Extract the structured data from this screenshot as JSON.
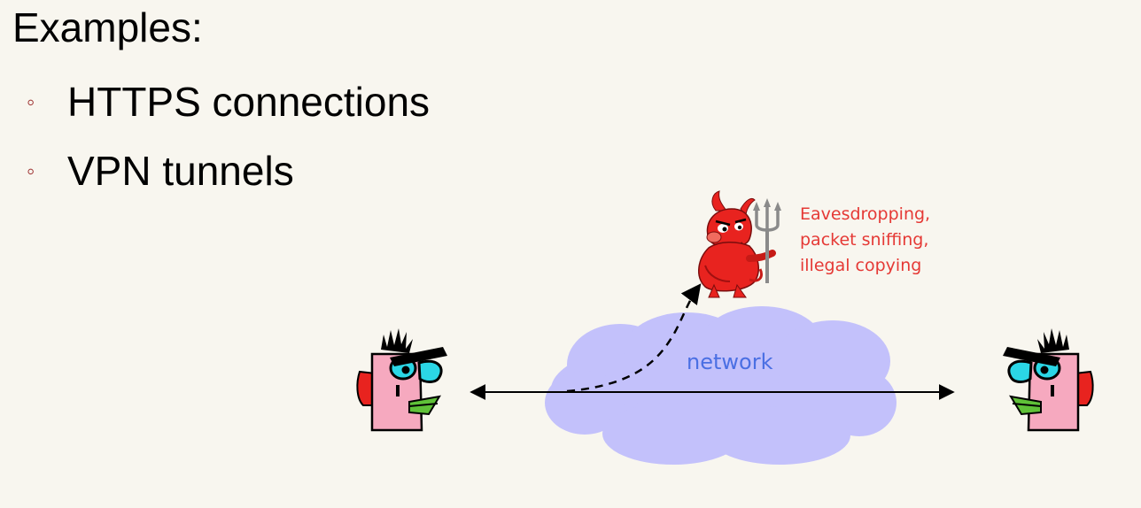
{
  "slide": {
    "heading": "Examples:",
    "bullets": [
      {
        "marker": "◦",
        "text": "HTTPS connections"
      },
      {
        "marker": "◦",
        "text": "VPN tunnels"
      }
    ]
  },
  "diagram": {
    "network_label": "network",
    "threat_lines": [
      "Eavesdropping,",
      "packet sniffing,",
      "illegal copying"
    ],
    "colors": {
      "cloud": "#c3c1fb",
      "network_text": "#4a6fe3",
      "threat_text": "#e53935",
      "devil": "#e8231f",
      "bullet_marker": "#9b2d2d"
    },
    "icons": [
      "left-person-icon",
      "right-person-icon",
      "devil-icon",
      "pitchfork-icon"
    ]
  }
}
